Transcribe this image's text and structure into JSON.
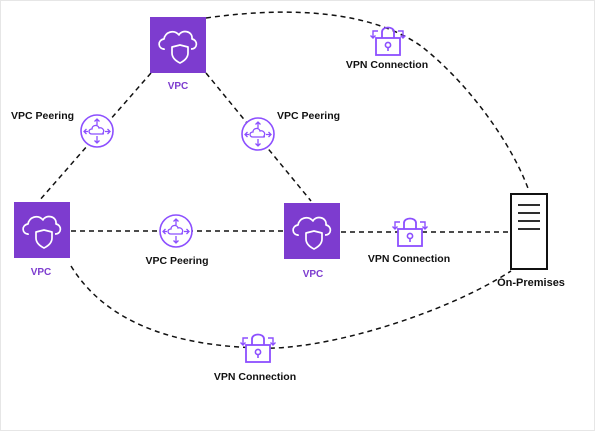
{
  "colors": {
    "accent": "#8c4fff",
    "vpc_tile": "#7d3ccf",
    "line": "#111111"
  },
  "nodes": {
    "vpc_top": {
      "label": "VPC",
      "icon": "vpc-cloud-shield-icon"
    },
    "vpc_left": {
      "label": "VPC",
      "icon": "vpc-cloud-shield-icon"
    },
    "vpc_center": {
      "label": "VPC",
      "icon": "vpc-cloud-shield-icon"
    },
    "on_premises": {
      "label": "On-Premises",
      "icon": "server-icon"
    }
  },
  "connections": {
    "peering_top_left": {
      "label": "VPC Peering",
      "icon": "peering-icon"
    },
    "peering_top_center": {
      "label": "VPC Peering",
      "icon": "peering-icon"
    },
    "peering_left_center": {
      "label": "VPC Peering",
      "icon": "peering-icon"
    },
    "vpn_top": {
      "label": "VPN Connection",
      "icon": "lock-icon"
    },
    "vpn_center": {
      "label": "VPN Connection",
      "icon": "lock-icon"
    },
    "vpn_bottom": {
      "label": "VPN Connection",
      "icon": "lock-icon"
    }
  }
}
